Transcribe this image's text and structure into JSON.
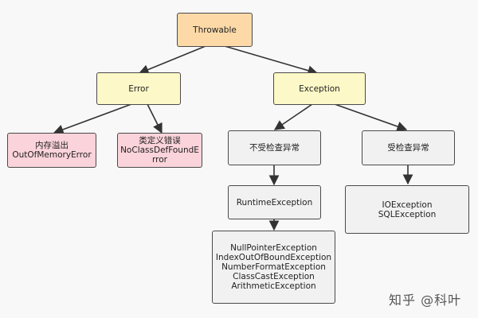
{
  "nodes": {
    "throwable": {
      "label": "Throwable",
      "color": "#fdd9a8"
    },
    "error": {
      "label": "Error",
      "color": "#fdf8c7"
    },
    "exception": {
      "label": "Exception",
      "color": "#fdf8c7"
    },
    "memory": {
      "line1": "内存溢出",
      "line2": "OutOfMemoryError",
      "color": "#fbd3da"
    },
    "classdef": {
      "line1": "类定义错误",
      "line2": "NoClassDefFoundE",
      "line3": "rror",
      "color": "#fbd3da"
    },
    "unchecked": {
      "label": "不受检查异常",
      "color": "#f1f1f1"
    },
    "checked": {
      "label": "受检查异常",
      "color": "#f1f1f1"
    },
    "runtime": {
      "label": "RuntimeException",
      "color": "#f1f1f1"
    },
    "io": {
      "line1": "IOException",
      "line2": "SQLException",
      "color": "#f1f1f1"
    },
    "runtime_list": {
      "items": [
        "NullPointerException",
        "IndexOutOfBoundException",
        "NumberFormatException",
        "ClassCastException",
        "ArithmeticException"
      ],
      "color": "#f1f1f1"
    }
  },
  "watermark": "知乎 @科叶"
}
